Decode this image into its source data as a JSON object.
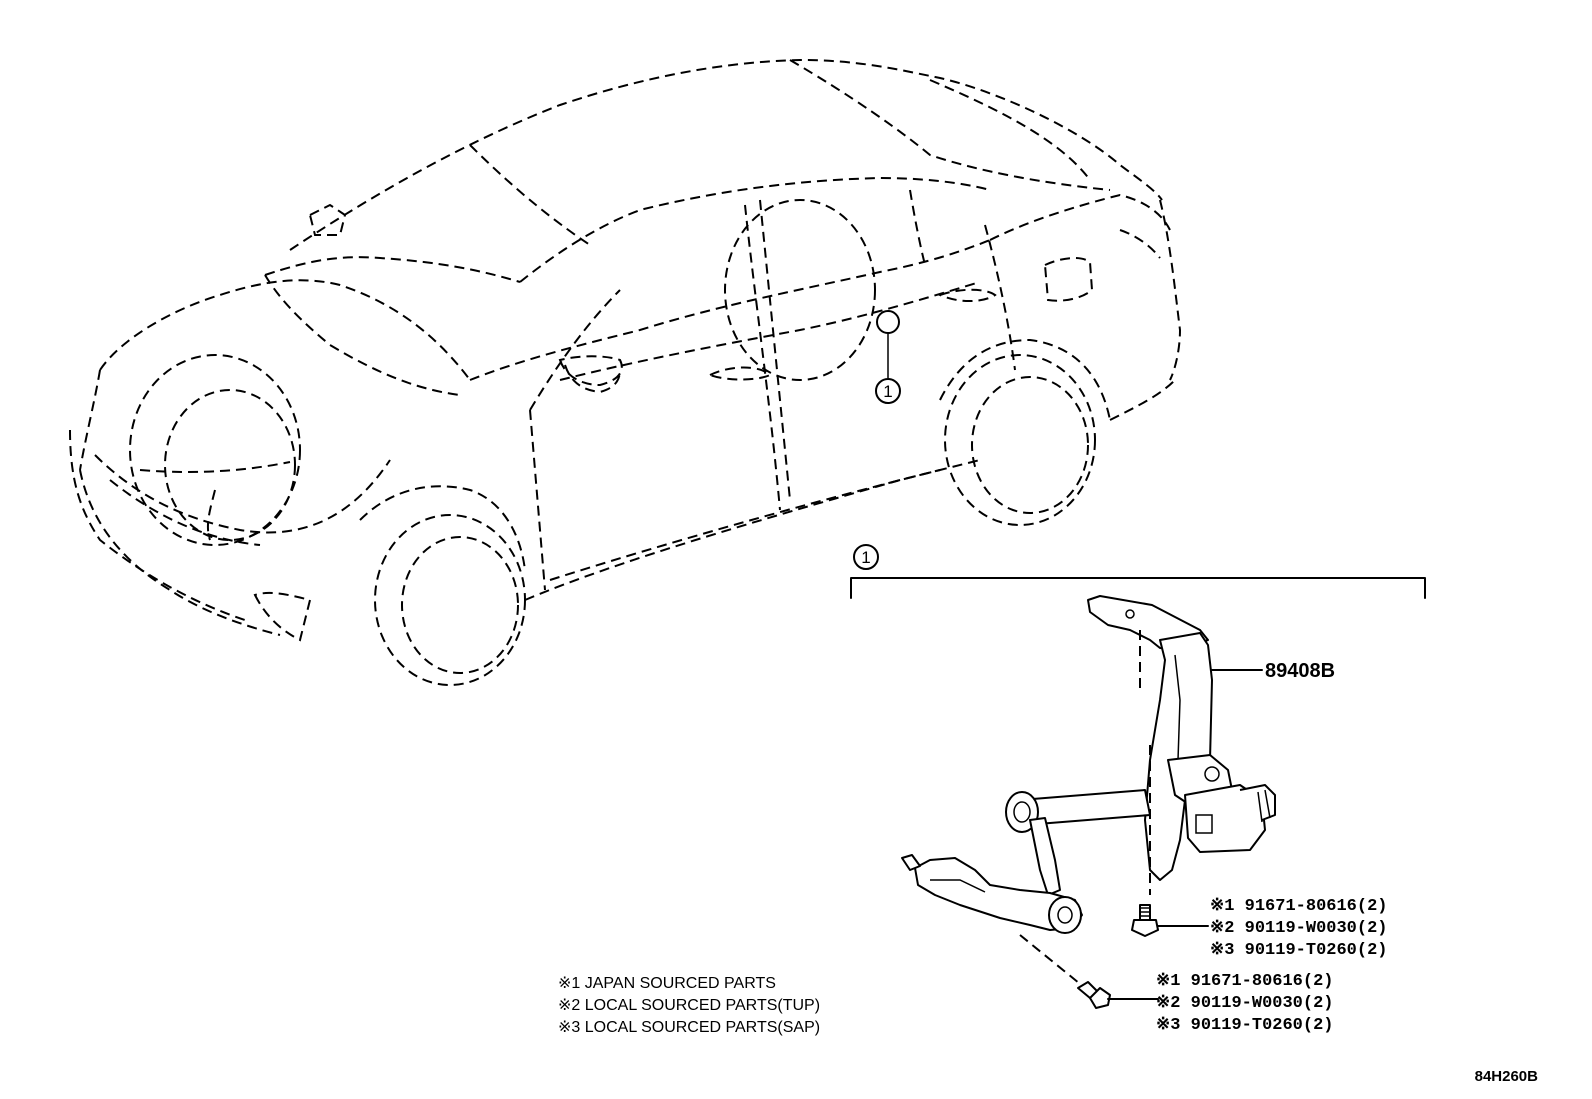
{
  "callout": {
    "ref": "1"
  },
  "main_part": {
    "number": "89408B"
  },
  "fasteners": [
    {
      "lines": [
        {
          "mark": "※1",
          "part": "91671-80616(2)"
        },
        {
          "mark": "※2",
          "part": "90119-W0030(2)"
        },
        {
          "mark": "※3",
          "part": "90119-T0260(2)"
        }
      ]
    },
    {
      "lines": [
        {
          "mark": "※1",
          "part": "91671-80616(2)"
        },
        {
          "mark": "※2",
          "part": "90119-W0030(2)"
        },
        {
          "mark": "※3",
          "part": "90119-T0260(2)"
        }
      ]
    }
  ],
  "legend": [
    "※1 JAPAN SOURCED PARTS",
    "※2 LOCAL SOURCED PARTS(TUP)",
    "※3 LOCAL SOURCED PARTS(SAP)"
  ],
  "diagram_code": "84H260B"
}
